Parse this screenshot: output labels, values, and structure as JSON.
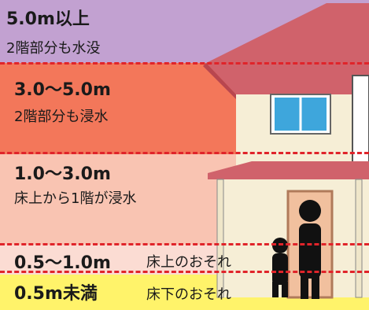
{
  "levels": [
    {
      "range": "5.0m以上",
      "description": "2階部分も水没",
      "color": "#c2a1d1"
    },
    {
      "range": "3.0〜5.0m",
      "description": "2階部分も浸水",
      "color": "#f3775a"
    },
    {
      "range": "1.0〜3.0m",
      "description": "床上から1階が浸水",
      "color": "#f9c4b2"
    },
    {
      "range": "0.5〜1.0m",
      "description": "床上のおそれ",
      "color": "#fbdcd3"
    },
    {
      "range": "0.5m未満",
      "description": "床下のおそれ",
      "color": "#fff36a"
    }
  ],
  "divider_color": "#e0242a"
}
